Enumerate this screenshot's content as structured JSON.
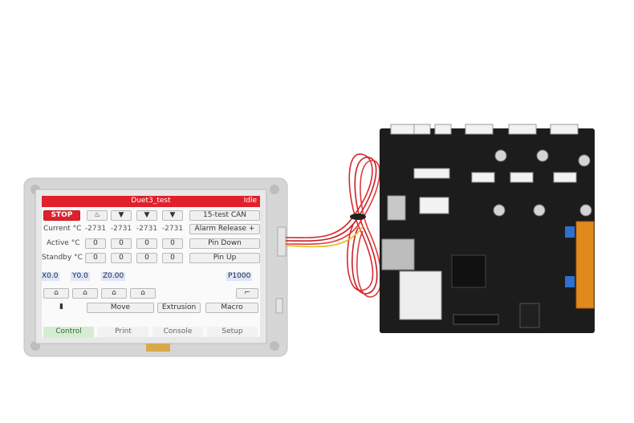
{
  "screen": {
    "title": "Duet3_test",
    "status": "Idle",
    "stop_label": "STOP",
    "can_button": "15-test CAN",
    "alarm_button": "Alarm Release +",
    "pin_down_button": "Pin Down",
    "pin_up_button": "Pin Up",
    "rows": {
      "current": {
        "label": "Current °C",
        "values": [
          "-2731",
          "-2731",
          "-2731",
          "-2731"
        ]
      },
      "active": {
        "label": "Active °C",
        "values": [
          "0",
          "0",
          "0",
          "0"
        ]
      },
      "standby": {
        "label": "Standby °C",
        "values": [
          "0",
          "0",
          "0",
          "0"
        ]
      }
    },
    "axes": {
      "x": "X0.0",
      "y": "Y0.0",
      "z": "Z0.00"
    },
    "speed": "P1000",
    "buttons": {
      "move": "Move",
      "extrusion": "Extrusion",
      "macro": "Macro"
    },
    "tabs": [
      "Control",
      "Print",
      "Console",
      "Setup"
    ]
  },
  "colors": {
    "header": "#e0202a",
    "board": "#1c1c1c",
    "wire": "#d9282e",
    "terminal": "#e08a1e",
    "connector": "#f2f2f2"
  }
}
